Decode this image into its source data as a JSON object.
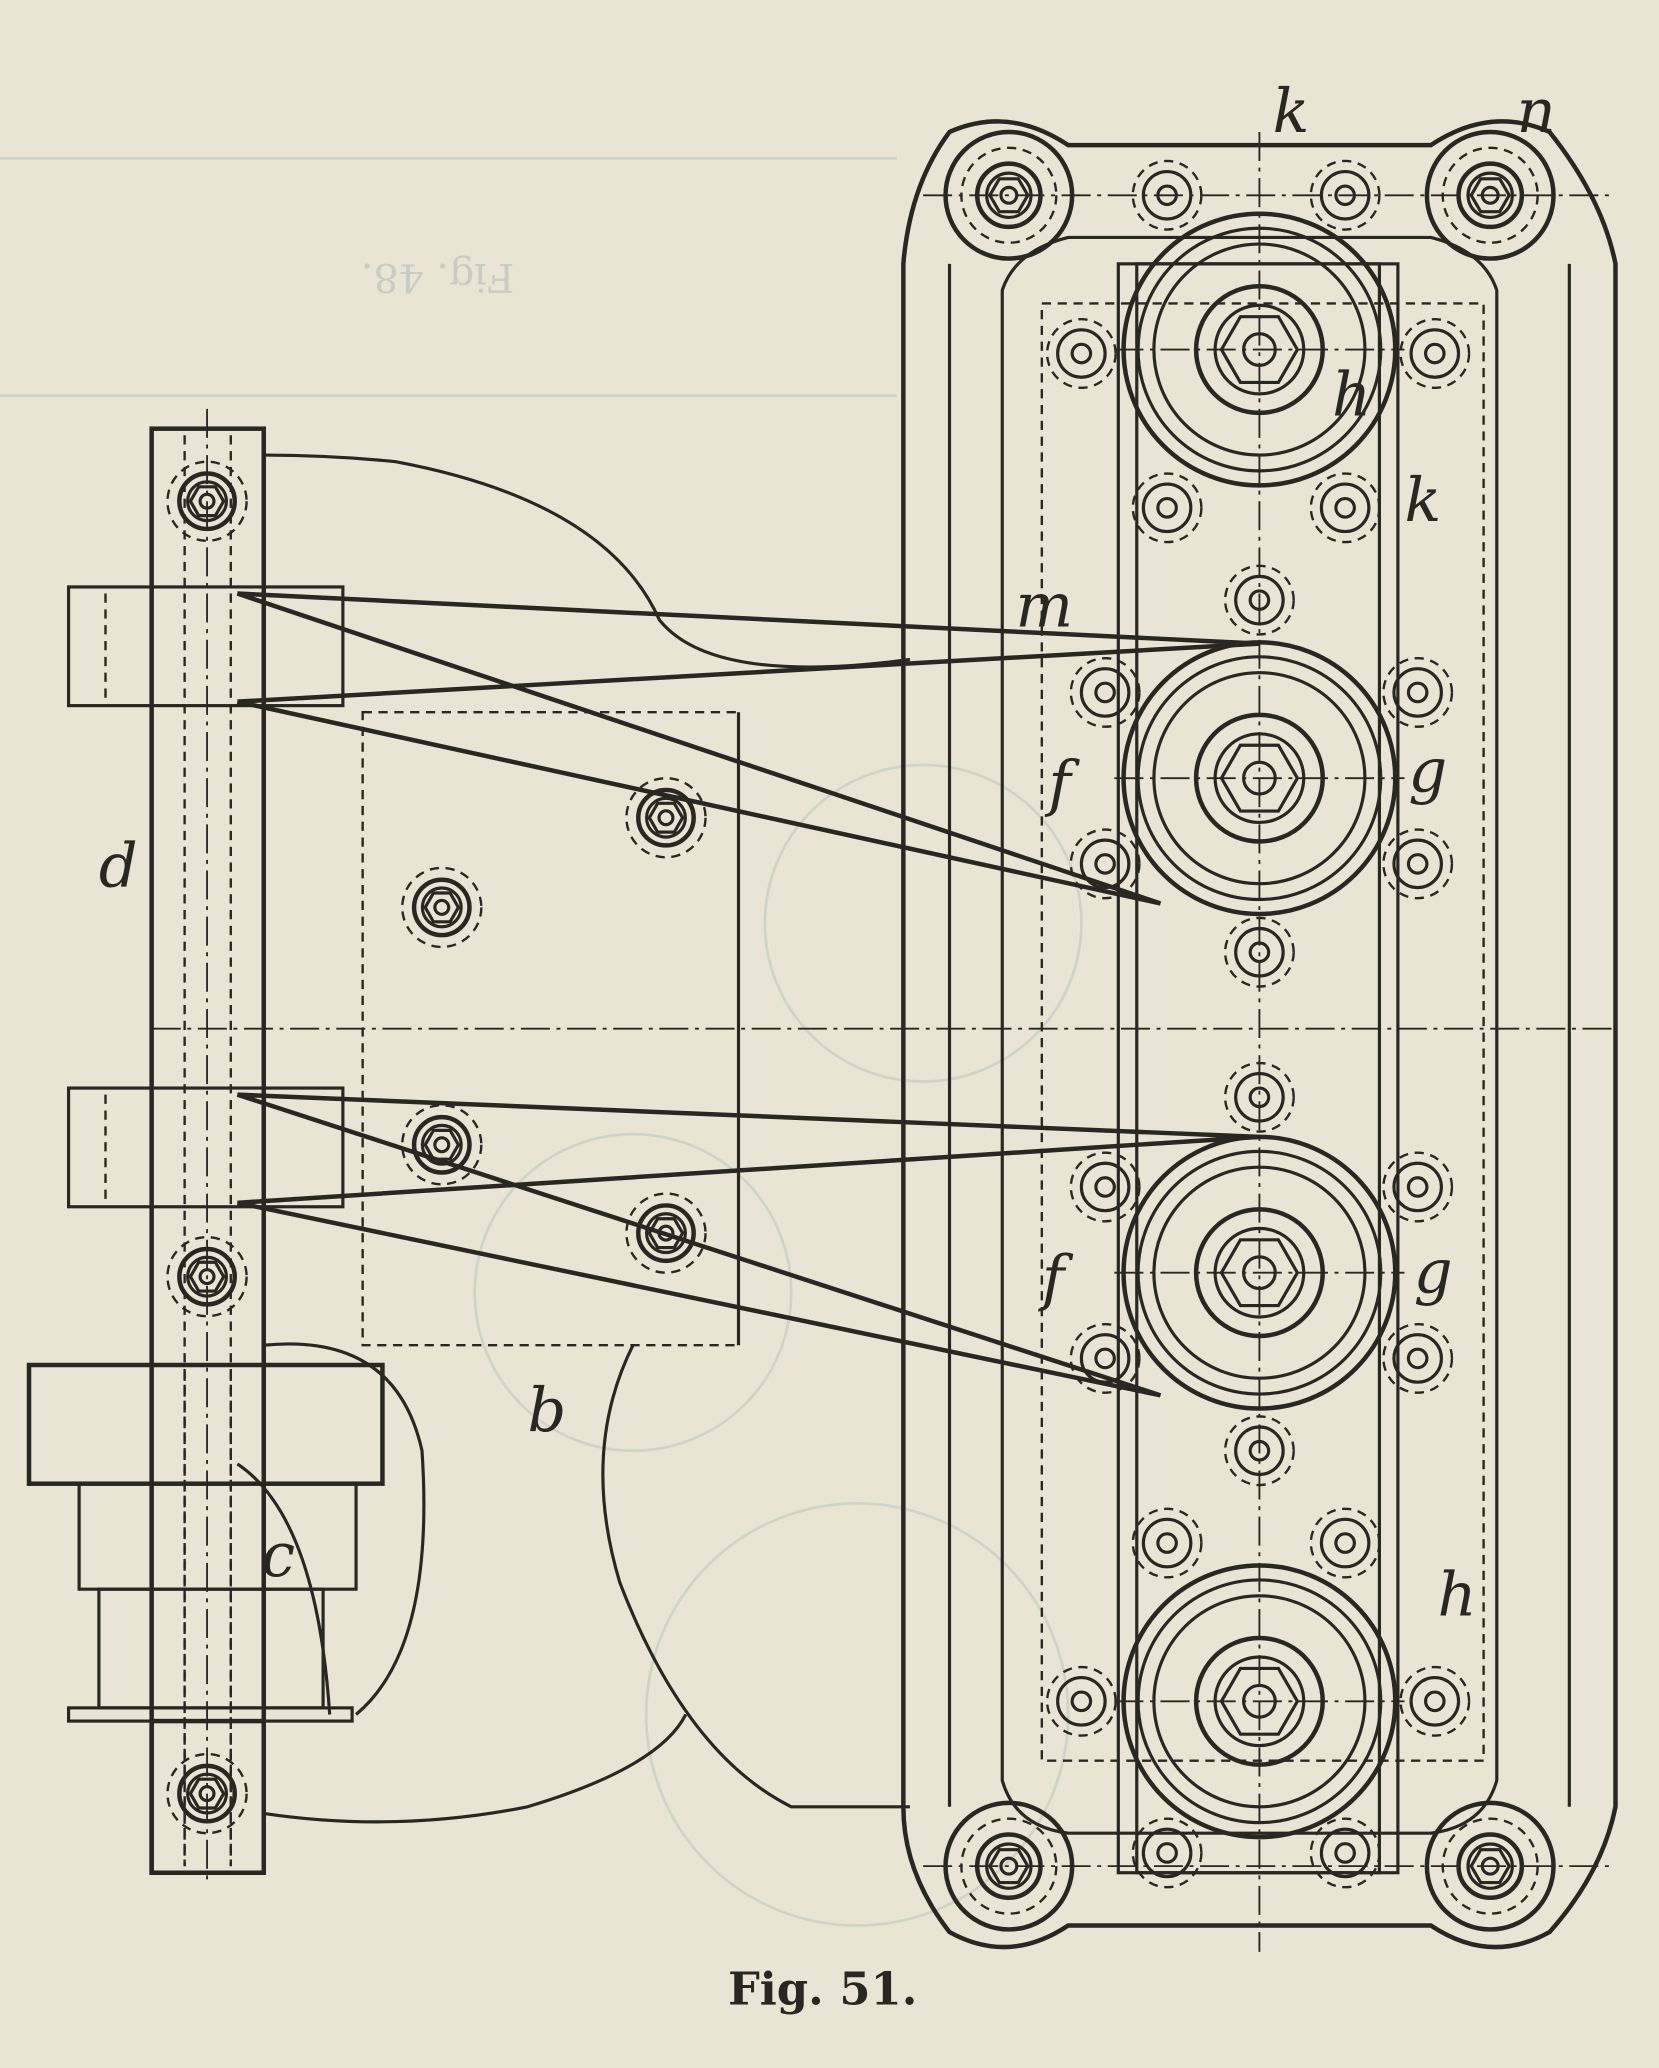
{
  "figure": {
    "caption": "Fig. 51.",
    "bleed_through_caption": "Fig. 48.",
    "labels": {
      "k_top": "k",
      "n": "n",
      "h_top": "h",
      "k_mid": "k",
      "m": "m",
      "g_upper": "g",
      "f_upper": "f",
      "d": "d",
      "g_lower": "g",
      "f_lower": "f",
      "b": "b",
      "c": "c",
      "h_bottom": "h"
    }
  }
}
